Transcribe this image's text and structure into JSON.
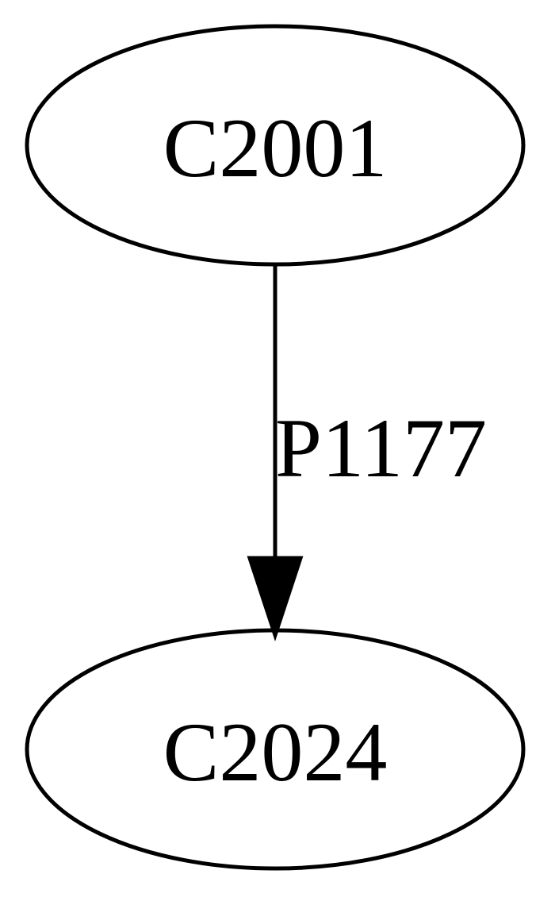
{
  "nodes": [
    {
      "id": "C2001",
      "label": "C2001"
    },
    {
      "id": "C2024",
      "label": "C2024"
    }
  ],
  "edges": [
    {
      "from": "C2001",
      "to": "C2024",
      "label": "P1177"
    }
  ],
  "colors": {
    "stroke": "#000000",
    "background": "#ffffff"
  }
}
